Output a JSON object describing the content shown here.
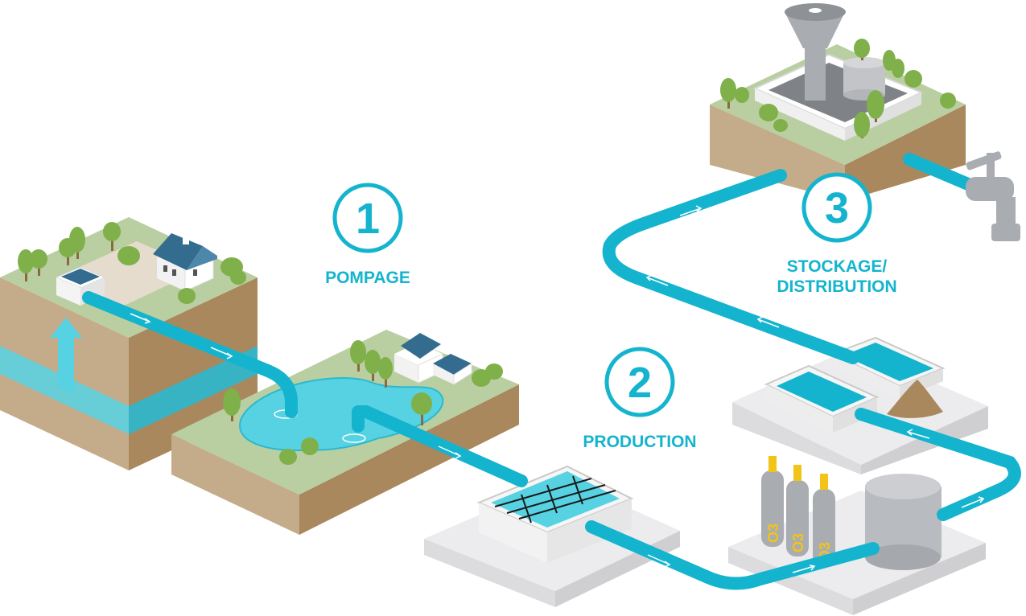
{
  "colors": {
    "accent": "#14b4cf",
    "water": "#57d2e3",
    "grass": "#b9cea1",
    "soil": "#c4ac8a",
    "soil_dark": "#a9885d",
    "tree": "#7fb04a",
    "slab": "#ececee",
    "tank": "#b8bbbf",
    "ozone": "#f2c418",
    "roof": "#336c8e"
  },
  "steps": [
    {
      "number": "1",
      "label_lines": [
        "POMPAGE"
      ]
    },
    {
      "number": "2",
      "label_lines": [
        "PRODUCTION"
      ]
    },
    {
      "number": "3",
      "label_lines": [
        "STOCKAGE/",
        "DISTRIBUTION"
      ]
    }
  ],
  "ozone_label": "O3",
  "icons": [
    "house-icon",
    "tree-icon",
    "ozone-bottle-icon",
    "water-tower-icon",
    "tap-icon",
    "filter-tank-icon",
    "sand-pile-icon"
  ]
}
